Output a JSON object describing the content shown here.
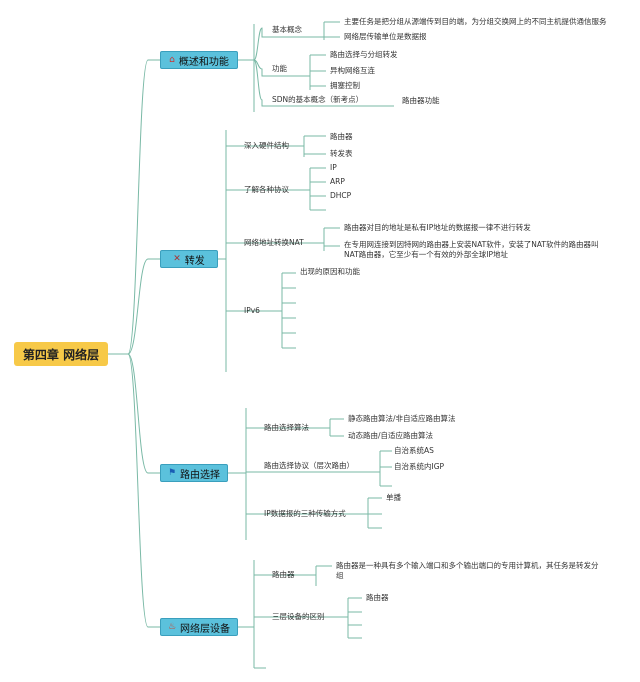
{
  "root": {
    "label": "第四章 网络层"
  },
  "branches": [
    {
      "label": "概述和功能",
      "icon": "home-icon",
      "icon_glyph": "⌂",
      "items": [
        {
          "label": "基本概念",
          "children": [
            "主要任务是把分组从源端传到目的端，为分组交换网上的不同主机提供通信服务",
            "网络层传输单位是数据报"
          ]
        },
        {
          "label": "功能",
          "children": [
            "路由选择与分组转发",
            "异构网络互连",
            "拥塞控制"
          ]
        },
        {
          "label": "SDN的基本概念（新考点）",
          "children": [
            "路由器功能"
          ]
        }
      ]
    },
    {
      "label": "转发",
      "icon": "tools-icon",
      "icon_glyph": "✕",
      "items": [
        {
          "label": "深入硬件结构",
          "children": [
            "路由器",
            "转发表"
          ]
        },
        {
          "label": "了解各种协议",
          "children": [
            "IP",
            "ARP",
            "DHCP"
          ]
        },
        {
          "label": "网络地址转换NAT",
          "children": [
            "路由器对目的地址是私有IP地址的数据报一律不进行转发",
            "在专用网连接到因特网的路由器上安装NAT软件，安装了NAT软件的路由器叫NAT路由器，它至少有一个有效的外部全球IP地址"
          ]
        },
        {
          "label": "IPv6",
          "children": [
            "出现的原因和功能",
            "",
            "",
            "",
            "",
            ""
          ]
        }
      ]
    },
    {
      "label": "路由选择",
      "icon": "flag-icon",
      "icon_glyph": "⚑",
      "items": [
        {
          "label": "路由选择算法",
          "children": [
            "静态路由算法/非自适应路由算法",
            "动态路由/自适应路由算法"
          ]
        },
        {
          "label": "路由选择协议（层次路由）",
          "children": [
            "自治系统AS",
            "自治系统内IGP",
            ""
          ]
        },
        {
          "label": "IP数据报的三种传输方式",
          "children": [
            "单播",
            "",
            ""
          ]
        }
      ]
    },
    {
      "label": "网络层设备",
      "icon": "fire-icon",
      "icon_glyph": "♨",
      "items": [
        {
          "label": "路由器",
          "children": [
            "路由器是一种具有多个输入端口和多个输出端口的专用计算机，其任务是转发分组"
          ]
        },
        {
          "label": "三层设备的区别",
          "children": [
            "路由器",
            "",
            "",
            ""
          ]
        },
        {
          "label": "",
          "children": []
        }
      ]
    }
  ],
  "colors": {
    "line": "#7ab9a6",
    "root_bg": "#f7c948",
    "branch_bg": "#5bc1dc"
  }
}
